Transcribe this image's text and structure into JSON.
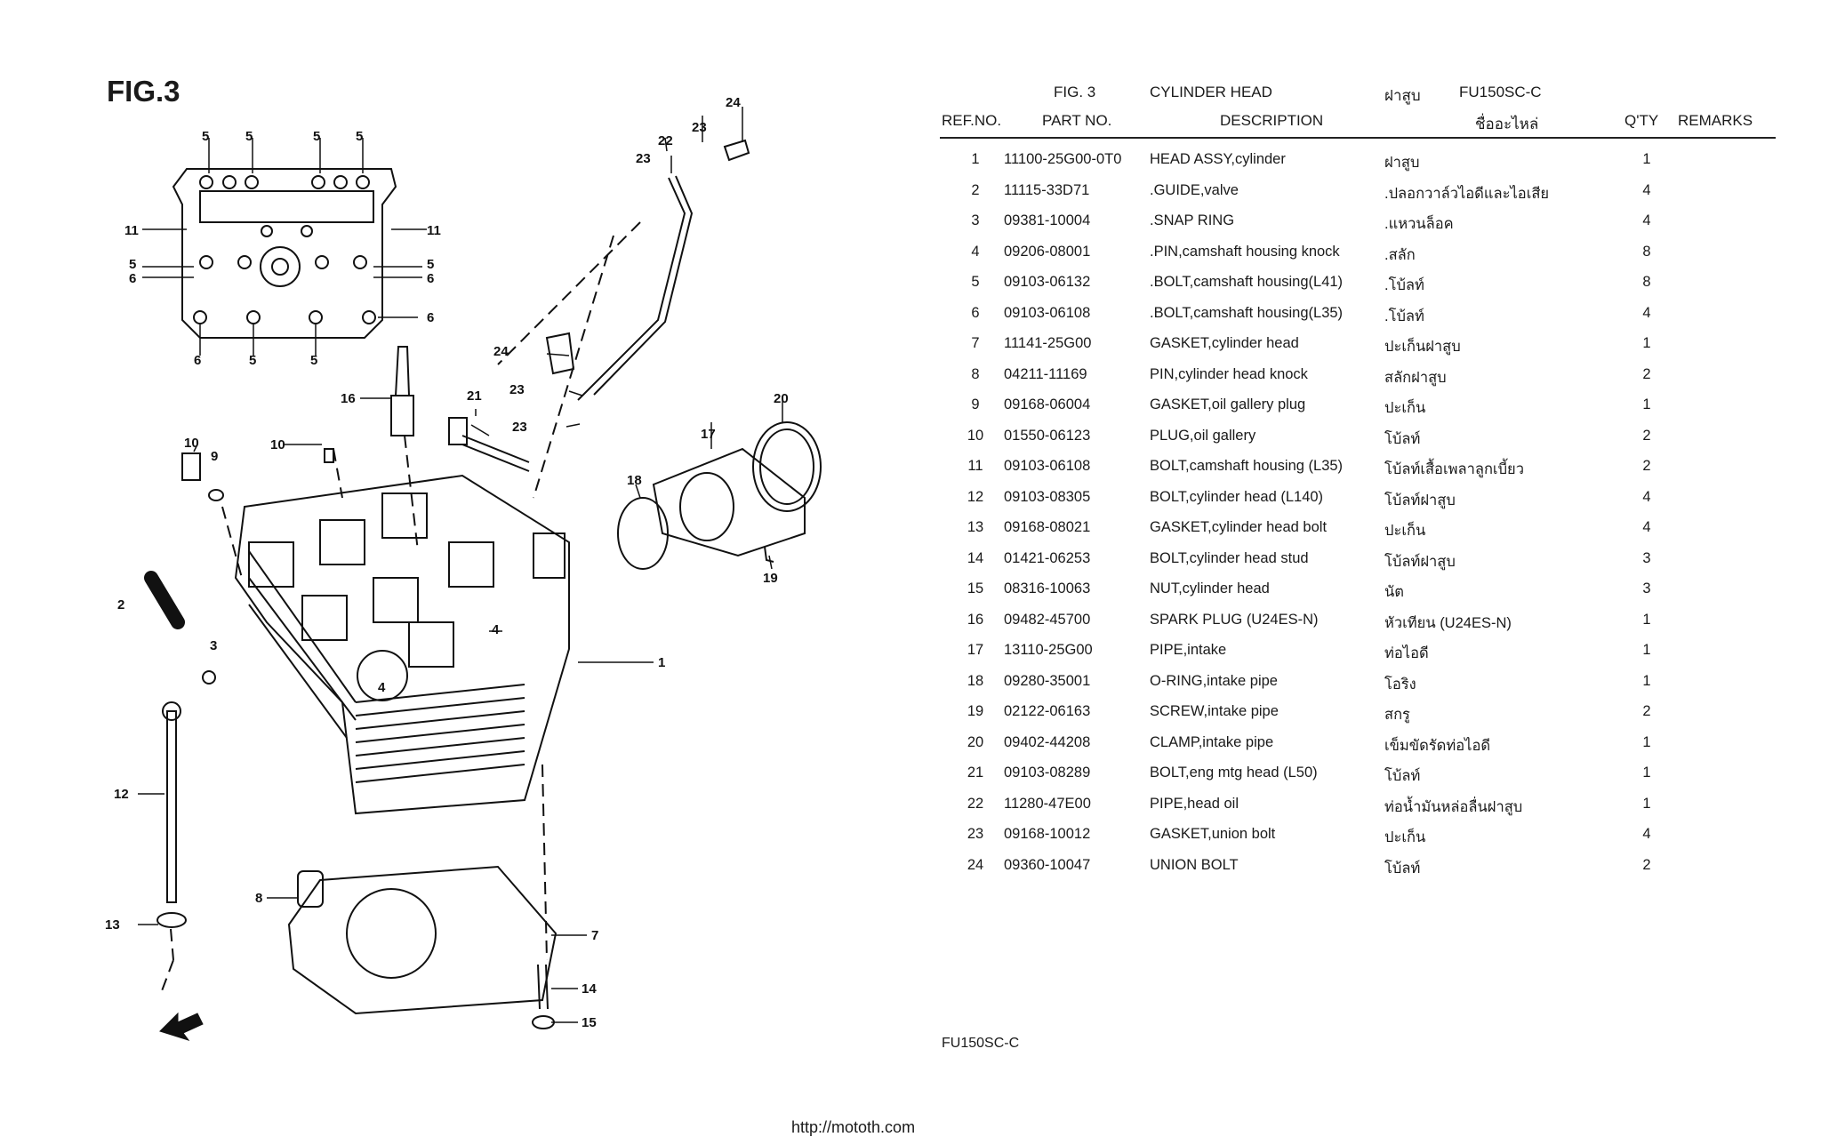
{
  "figure": {
    "title": "FIG.3",
    "header": {
      "fig": "FIG. 3",
      "name": "CYLINDER HEAD",
      "name_thai": "ฝาสูบ",
      "model": "FU150SC-C"
    },
    "columns": {
      "ref_no": "REF.NO.",
      "part_no": "PART NO.",
      "description": "DESCRIPTION",
      "thai_name": "ชื่ออะไหล่",
      "qty": "Q'TY",
      "remarks": "REMARKS"
    }
  },
  "parts": [
    {
      "ref": "1",
      "part_no": "11100-25G00-0T0",
      "description": "HEAD ASSY,cylinder",
      "thai": "ฝาสูบ",
      "qty": "1"
    },
    {
      "ref": "2",
      "part_no": "11115-33D71",
      "description": ".GUIDE,valve",
      "thai": ".ปลอกวาล์วไอดีและไอเสีย",
      "qty": "4"
    },
    {
      "ref": "3",
      "part_no": "09381-10004",
      "description": ".SNAP RING",
      "thai": ".แหวนล็อค",
      "qty": "4"
    },
    {
      "ref": "4",
      "part_no": "09206-08001",
      "description": ".PIN,camshaft housing knock",
      "thai": ".สลัก",
      "qty": "8"
    },
    {
      "ref": "5",
      "part_no": "09103-06132",
      "description": ".BOLT,camshaft housing(L41)",
      "thai": ".โบ้ลท์",
      "qty": "8"
    },
    {
      "ref": "6",
      "part_no": "09103-06108",
      "description": ".BOLT,camshaft housing(L35)",
      "thai": ".โบ้ลท์",
      "qty": "4"
    },
    {
      "ref": "7",
      "part_no": "11141-25G00",
      "description": "GASKET,cylinder head",
      "thai": "ปะเก็นฝาสูบ",
      "qty": "1"
    },
    {
      "ref": "8",
      "part_no": "04211-11169",
      "description": "PIN,cylinder head knock",
      "thai": "สลักฝาสูบ",
      "qty": "2"
    },
    {
      "ref": "9",
      "part_no": "09168-06004",
      "description": "GASKET,oil gallery plug",
      "thai": "ปะเก็น",
      "qty": "1"
    },
    {
      "ref": "10",
      "part_no": "01550-06123",
      "description": "PLUG,oil gallery",
      "thai": "โบ้ลท์",
      "qty": "2"
    },
    {
      "ref": "11",
      "part_no": "09103-06108",
      "description": "BOLT,camshaft housing (L35)",
      "thai": "โบ้ลท์เสื้อเพลาลูกเบี้ยว",
      "qty": "2"
    },
    {
      "ref": "12",
      "part_no": "09103-08305",
      "description": "BOLT,cylinder head (L140)",
      "thai": "โบ้ลท์ฝาสูบ",
      "qty": "4"
    },
    {
      "ref": "13",
      "part_no": "09168-08021",
      "description": "GASKET,cylinder head bolt",
      "thai": "ปะเก็น",
      "qty": "4"
    },
    {
      "ref": "14",
      "part_no": "01421-06253",
      "description": "BOLT,cylinder head stud",
      "thai": "โบ้ลท์ฝาสูบ",
      "qty": "3"
    },
    {
      "ref": "15",
      "part_no": "08316-10063",
      "description": "NUT,cylinder head",
      "thai": "นัต",
      "qty": "3"
    },
    {
      "ref": "16",
      "part_no": "09482-45700",
      "description": "SPARK PLUG (U24ES-N)",
      "thai": "หัวเทียน (U24ES-N)",
      "qty": "1"
    },
    {
      "ref": "17",
      "part_no": "13110-25G00",
      "description": "PIPE,intake",
      "thai": "ท่อไอดี",
      "qty": "1"
    },
    {
      "ref": "18",
      "part_no": "09280-35001",
      "description": "O-RING,intake pipe",
      "thai": "โอริง",
      "qty": "1"
    },
    {
      "ref": "19",
      "part_no": "02122-06163",
      "description": "SCREW,intake pipe",
      "thai": "สกรู",
      "qty": "2"
    },
    {
      "ref": "20",
      "part_no": "09402-44208",
      "description": "CLAMP,intake pipe",
      "thai": "เข็มขัดรัดท่อไอดี",
      "qty": "1"
    },
    {
      "ref": "21",
      "part_no": "09103-08289",
      "description": "BOLT,eng mtg head (L50)",
      "thai": "โบ้ลท์",
      "qty": "1"
    },
    {
      "ref": "22",
      "part_no": "11280-47E00",
      "description": "PIPE,head oil",
      "thai": "ท่อน้ำมันหล่อลื่นฝาสูบ",
      "qty": "1"
    },
    {
      "ref": "23",
      "part_no": "09168-10012",
      "description": "GASKET,union bolt",
      "thai": "ปะเก็น",
      "qty": "4"
    },
    {
      "ref": "24",
      "part_no": "09360-10047",
      "description": "UNION BOLT",
      "thai": "โบ้ลท์",
      "qty": "2"
    }
  ],
  "diagram_callouts": {
    "c1": "1",
    "c2": "2",
    "c3": "3",
    "c4": "4",
    "c5": "5",
    "c6": "6",
    "c7": "7",
    "c8": "8",
    "c9": "9",
    "c10": "10",
    "c11": "11",
    "c12": "12",
    "c13": "13",
    "c14": "14",
    "c15": "15",
    "c16": "16",
    "c17": "17",
    "c18": "18",
    "c19": "19",
    "c20": "20",
    "c21": "21",
    "c22": "22",
    "c23": "23",
    "c24": "24"
  },
  "footer": {
    "model_code": "FU150SC-C",
    "url": "http://mototh.com"
  }
}
